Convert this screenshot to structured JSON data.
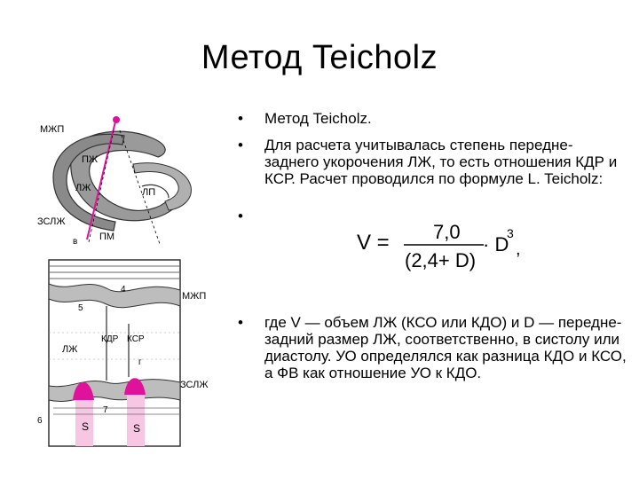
{
  "slide": {
    "title": "Метод Teicholz",
    "bullets": [
      "Метод Teicholz.",
      "Для расчета учитывалась степень передне-заднего укорочения ЛЖ, то есть отношения КДР и КСР. Расчет проводился по формуле L. Teicholz:",
      "",
      "где V — объем ЛЖ (КСО или КДО) и D — передне-задний размер ЛЖ, соответственно, в систолу или диастолу. УО определялся как разница КДО и КСО, а ФВ как отношение УО к КДО."
    ],
    "formula": {
      "lhs": "V =",
      "numerator": "7,0",
      "denominator": "(2,4+ D)",
      "factor": "· D",
      "exponent": "3",
      "comma": ","
    },
    "diagram_labels": {
      "mzhp": "МЖП",
      "lzh_top": "ЛЖ",
      "pzh": "ПЖ",
      "lp": "ЛП",
      "zslzh": "ЗСЛЖ",
      "pm": "ПМ",
      "b": "в",
      "mzhp2": "МЖП",
      "n4": "4",
      "n5": "5",
      "kdr": "КДР",
      "ksr": "КСР",
      "lzh2": "ЛЖ",
      "g": "г",
      "zslzh2": "ЗСЛЖ",
      "n6": "6",
      "n7": "7",
      "s1": "S",
      "s2": "S"
    },
    "accent_color": "#e0129a"
  }
}
